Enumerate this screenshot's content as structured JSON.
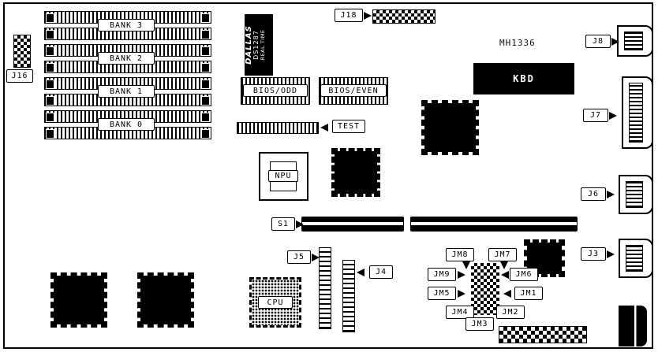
{
  "diagram": {
    "type": "motherboard-layout"
  },
  "colors": {
    "ink": "#000000",
    "background": "#ffffff"
  },
  "memory": {
    "bank_labels": [
      "BANK 3",
      "BANK 2",
      "BANK 1",
      "BANK 0"
    ]
  },
  "ics": {
    "dallas": {
      "line1": "DALLAS",
      "line2": "DS1287",
      "line3": "REAL TIME"
    },
    "bios_odd": "BIOS/ODD",
    "bios_even": "BIOS/EVEN",
    "npu": "NPU",
    "cpu": "CPU",
    "kbd": "KBD",
    "kbd_part_number": "MH1336"
  },
  "connectors": {
    "j16": "J16",
    "j18": "J18",
    "test": "TEST",
    "s1": "S1",
    "j8": "J8",
    "j7": "J7",
    "j6": "J6",
    "j5": "J5",
    "j4": "J4",
    "j3": "J3"
  },
  "jumpers": {
    "jm1": "JM1",
    "jm2": "JM2",
    "jm3": "JM3",
    "jm4": "JM4",
    "jm5": "JM5",
    "jm6": "JM6",
    "jm7": "JM7",
    "jm8": "JM8",
    "jm9": "JM9"
  }
}
